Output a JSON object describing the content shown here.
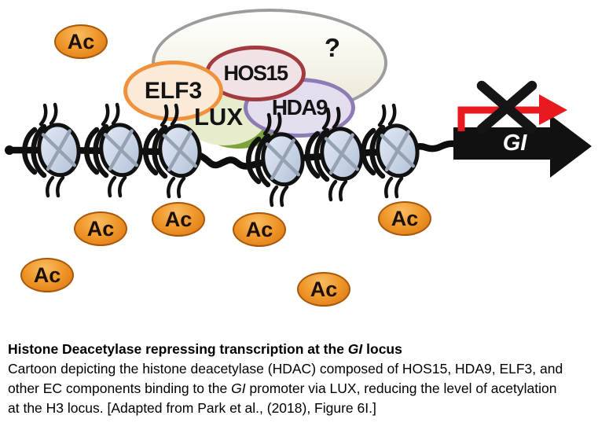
{
  "figure": {
    "complex": {
      "unknown_label": "?",
      "members": [
        {
          "label": "ELF3"
        },
        {
          "label": "HOS15"
        },
        {
          "label": "HDA9"
        },
        {
          "label": "LUX"
        }
      ]
    },
    "gene": {
      "label": "GI"
    },
    "acetyl": {
      "label": "Ac",
      "count": 7
    },
    "nucleosome_count": 6,
    "colors": {
      "elf3_border": "#f0923c",
      "elf3_fill": "#fcead9",
      "hos15_border": "#a13b40",
      "hos15_fill": "#f1e2e5",
      "hda9_border": "#8b7cb5",
      "hda9_fill": "#e3ddee",
      "lux_fill": "#e7eccd",
      "lux_shadow": "#7ea33a",
      "ec_border": "#9c9c9c",
      "ec_fill": "#f2f0e4",
      "acetyl_fill": "#ef8c1a",
      "acetyl_border": "#a8580a",
      "nucleosome_fill": "#c9d4e6",
      "blocked_arrow_red": "#e8191f",
      "gene_arrow_black": "#111111"
    }
  },
  "caption": {
    "title_pre": "Histone Deacetylase repressing transcription at the ",
    "title_gene": "GI",
    "title_post": " locus",
    "body_line1": "Cartoon depicting the histone deacetylase (HDAC) composed of HOS15, HDA9, ELF3, and",
    "body_line2_pre": "other EC components binding to the ",
    "body_line2_gene": "GI",
    "body_line2_post": " promoter via LUX, reducing the level of acetylation",
    "body_line3": "at the H3 locus. [Adapted from Park et al., (2018), Figure 6I.]"
  }
}
